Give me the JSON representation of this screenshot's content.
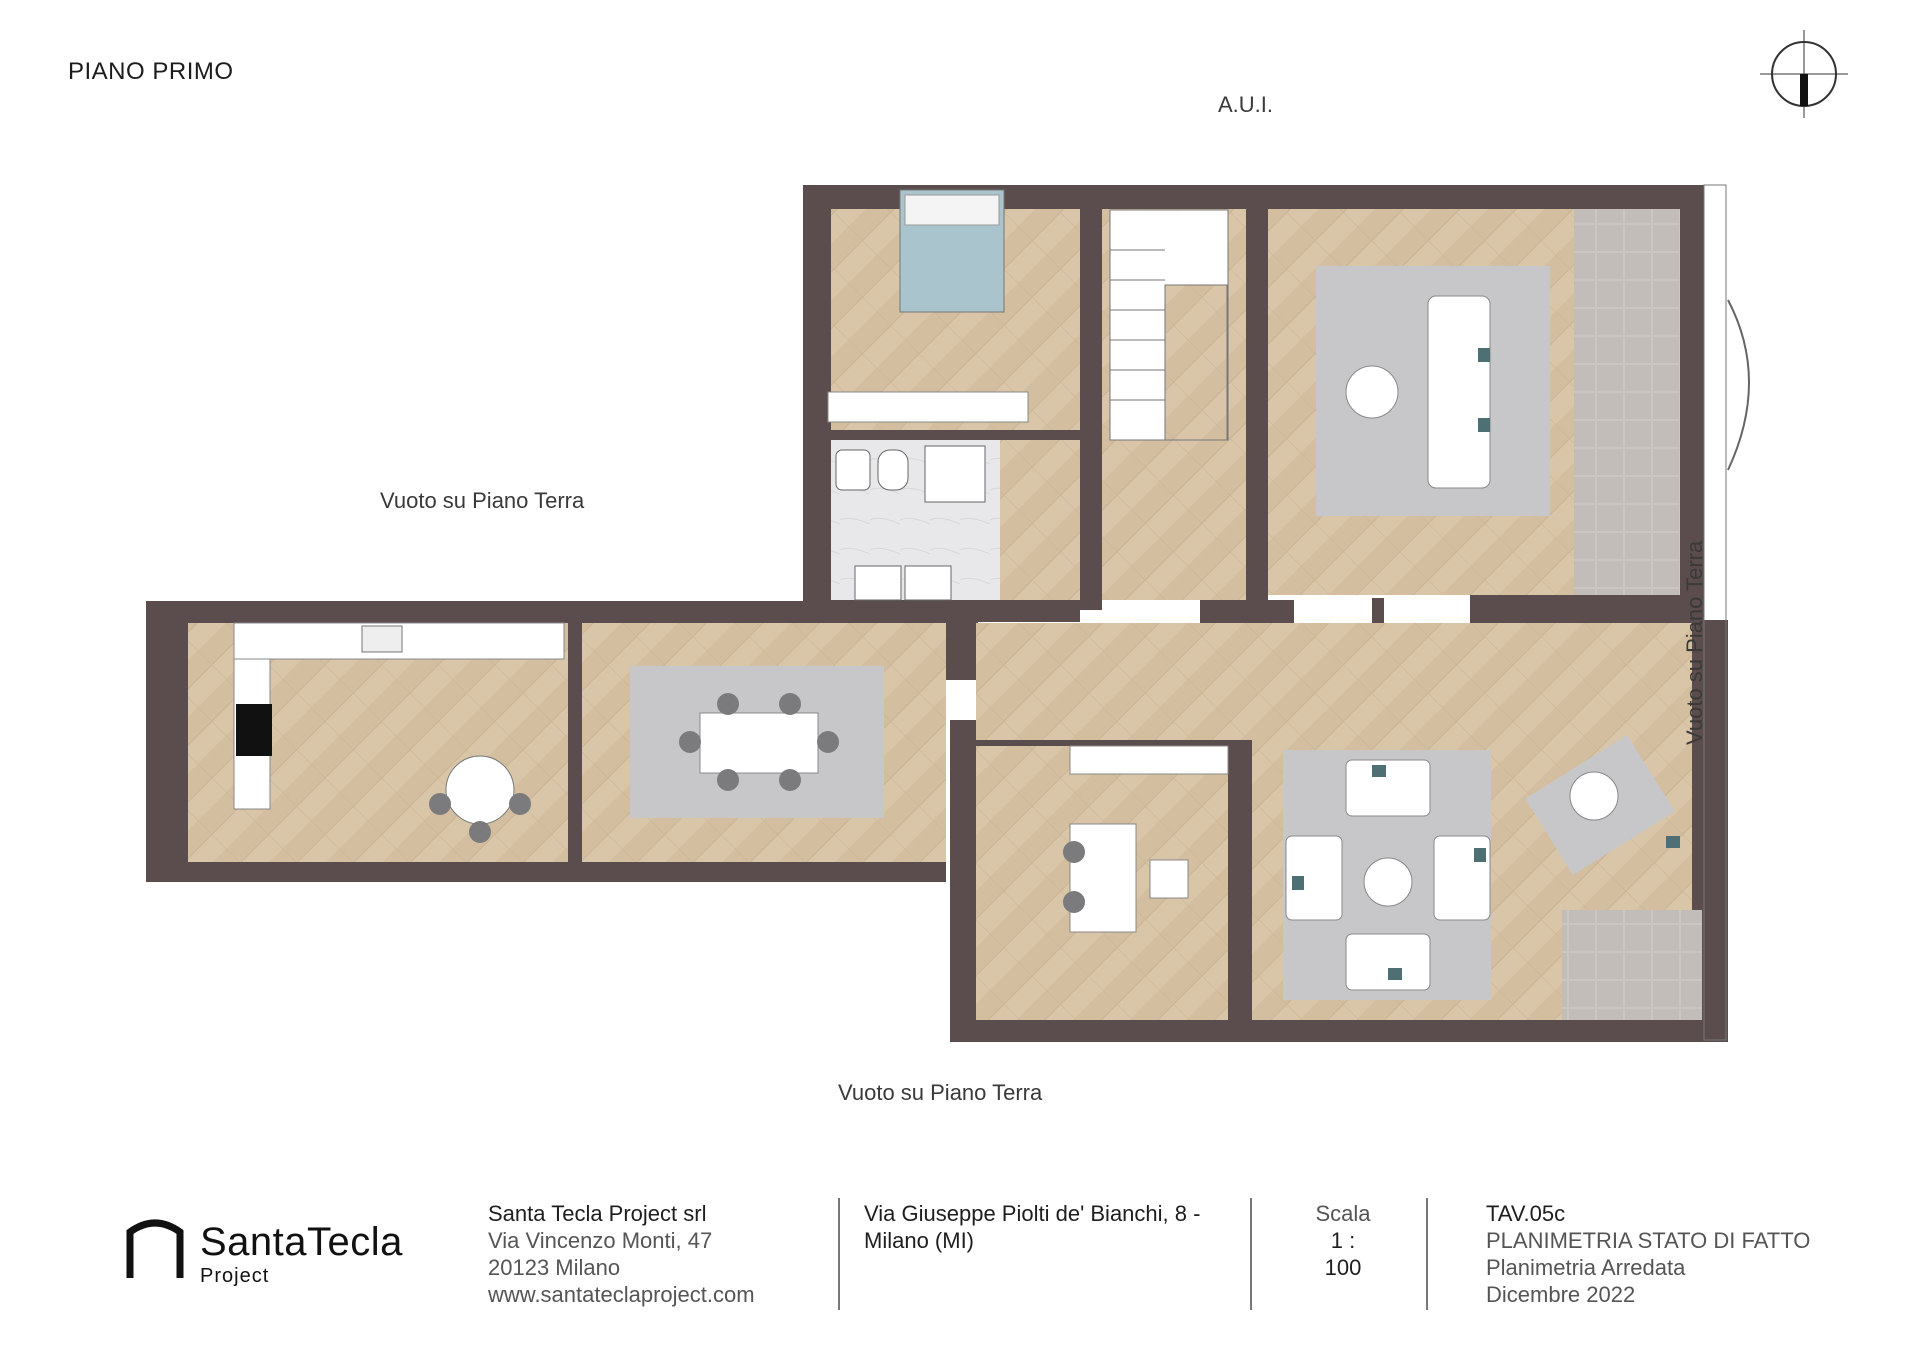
{
  "drawing": {
    "floor_title": "PIANO PRIMO",
    "labels": {
      "top": "A.U.I.",
      "left_void": "Vuoto su Piano Terra",
      "bottom_void": "Vuoto su Piano Terra",
      "right_void": "Vuoto su Piano Terra"
    }
  },
  "colors": {
    "wall": "#5b4c4e",
    "floor_wood": "#d9c6a8",
    "rug": "#c7c7c9",
    "bathroom": "#e6e6e9",
    "terrace": "#c8c3bf",
    "bed": "#a9c4cc",
    "furniture": "#ffffff",
    "chair": "#7b7b7d",
    "accent": "#4e6f73"
  },
  "title_block": {
    "logo": {
      "name": "SantaTecla",
      "sub": "Project"
    },
    "company": {
      "name": "Santa Tecla Project srl",
      "street": "Via Vincenzo Monti, 47",
      "city": "20123 Milano",
      "web": "www.santateclaproject.com"
    },
    "site": {
      "line1": "Via Giuseppe Piolti de' Bianchi, 8 -",
      "line2": "Milano (MI)"
    },
    "scale": {
      "label": "Scala",
      "value": "1 : 100"
    },
    "sheet": {
      "code": "TAV.05c",
      "title": "PLANIMETRIA STATO DI FATTO",
      "subtitle": "Planimetria Arredata",
      "date": "Dicembre 2022"
    }
  }
}
